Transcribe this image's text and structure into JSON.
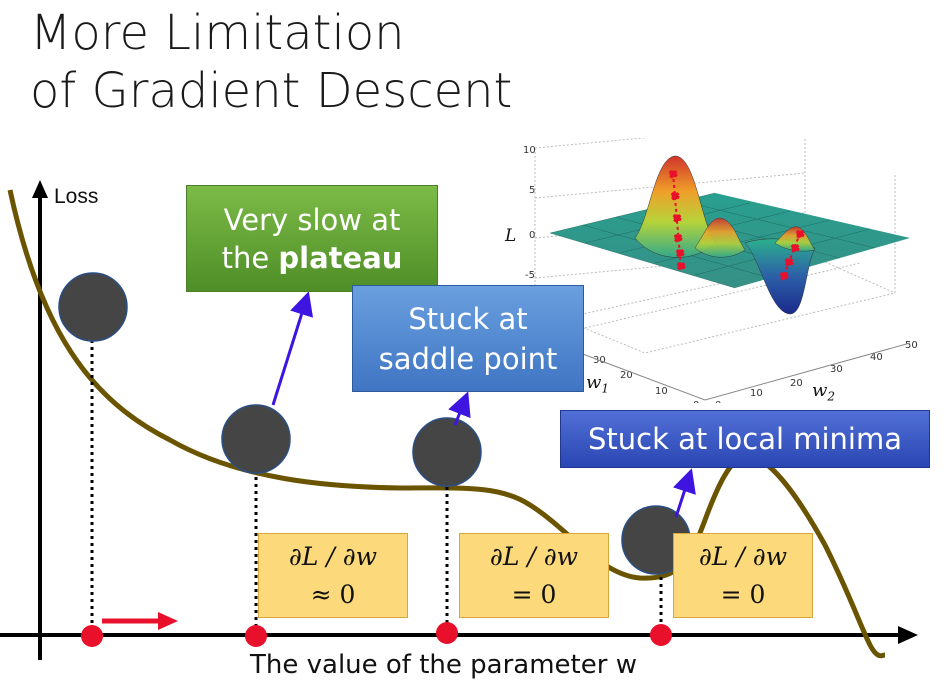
{
  "title_line1": "More Limitation",
  "title_line2": "of Gradient Descent",
  "y_axis_label": "Loss",
  "x_axis_label": "The value of the parameter w",
  "callouts": {
    "plateau_line1": "Very slow at",
    "plateau_line2_pre": "the ",
    "plateau_line2_bold": "plateau",
    "saddle_line1": "Stuck at",
    "saddle_line2": "saddle point",
    "local_min": "Stuck at local minima"
  },
  "formulas": {
    "f1_top": "∂L / ∂w",
    "f1_bottom": "≈ 0",
    "f2_top": "∂L / ∂w",
    "f2_bottom": "= 0",
    "f3_top": "∂L / ∂w",
    "f3_bottom": "= 0"
  },
  "surface_plot": {
    "z_label": "L",
    "w1_label": "w",
    "w1_sub": "1",
    "w2_label": "w",
    "w2_sub": "2",
    "z_ticks": [
      "10",
      "5",
      "0",
      "-5"
    ],
    "w1_ticks": [
      "30",
      "20",
      "10",
      "0"
    ],
    "w2_ticks": [
      "0",
      "10",
      "20",
      "30",
      "40",
      "50"
    ]
  },
  "colors": {
    "curve": "#6b5400",
    "ball": "#454545",
    "point": "#e8102a",
    "arrow": "#3d14e0",
    "direction_arrow": "#e8102a"
  }
}
